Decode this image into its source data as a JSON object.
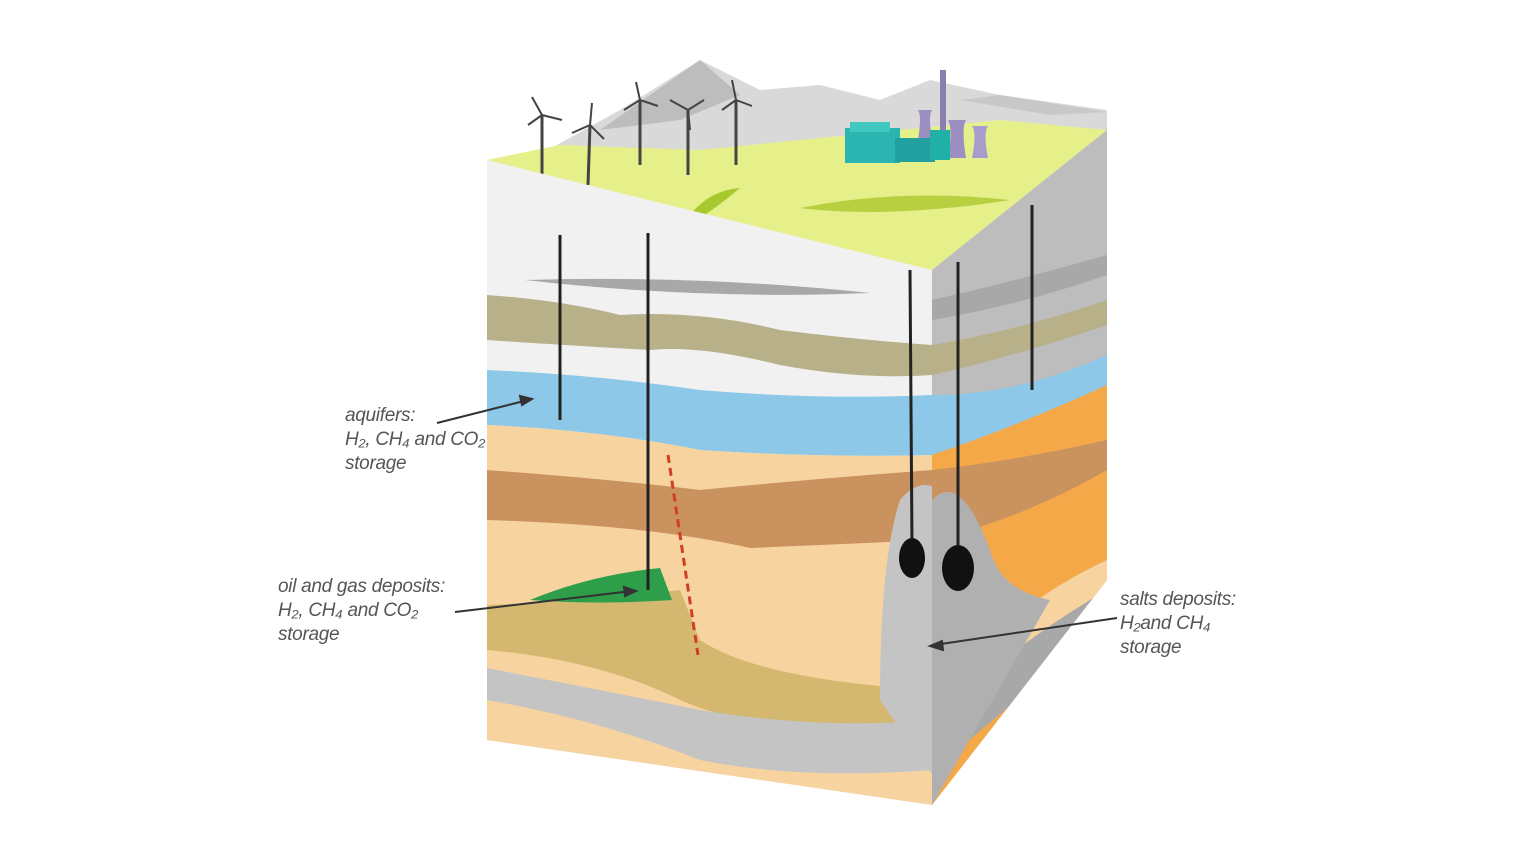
{
  "labels": {
    "aquifers": {
      "title": "aquifers:",
      "line2": "H₂, CH₄ and CO₂",
      "line3": "storage"
    },
    "oil_gas": {
      "title": "oil and gas deposits:",
      "line2": "H₂, CH₄ and CO₂",
      "line3": "storage"
    },
    "salts": {
      "title": "salts deposits:",
      "line2": "H₂and  CH₄",
      "line3": "storage"
    }
  },
  "colors": {
    "surface": "#e6f08a",
    "aquifer": "#8ec8e8",
    "sand": "#f7d3a0",
    "brown": "#c9925e",
    "olive": "#b8b088",
    "salt": "#c4c4c4",
    "oil": "#2e9e4a",
    "orange": "#f4a848"
  }
}
